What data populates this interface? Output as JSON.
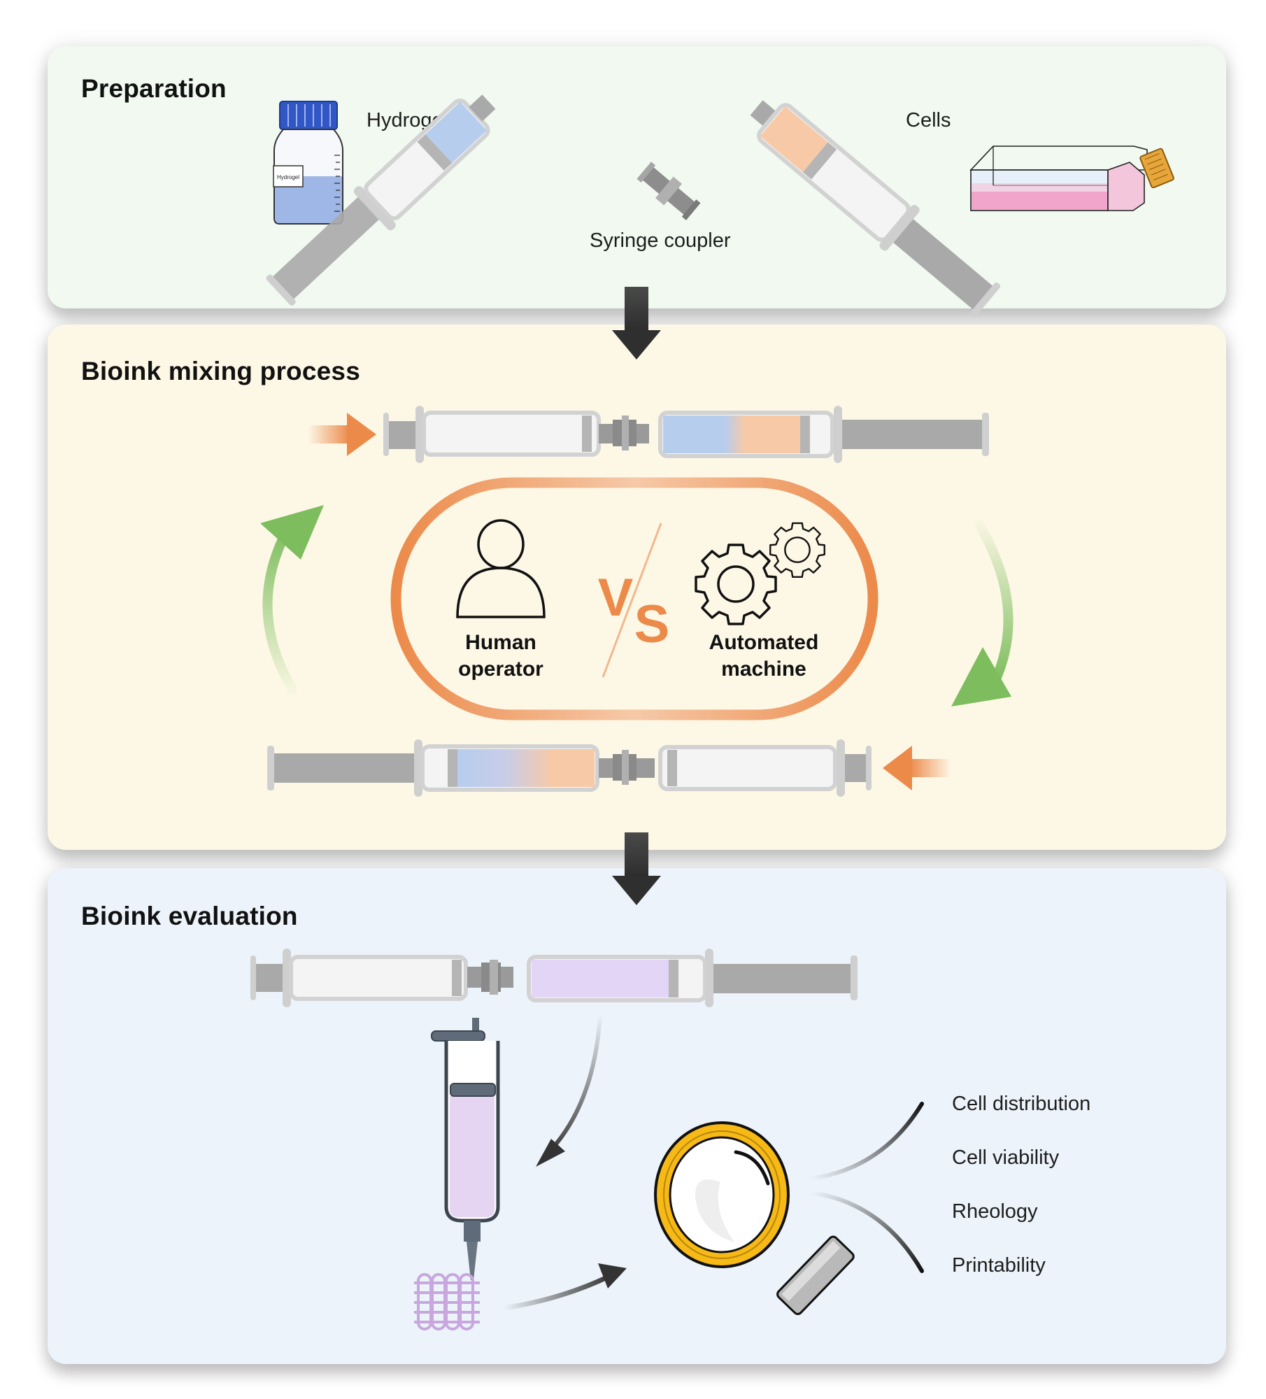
{
  "figure": {
    "panels": [
      {
        "id": "preparation",
        "title": "Preparation",
        "background": "#f1f9f1",
        "items": {
          "hydrogels_label": "Hydrogels",
          "cells_label": "Cells",
          "coupler_label": "Syringe coupler",
          "bottle_label": "Hydrogel"
        }
      },
      {
        "id": "mixing",
        "title": "Bioink mixing process",
        "background": "#fdf8e6",
        "comparison": {
          "left_label_line1": "Human",
          "left_label_line2": "operator",
          "vs_text_v": "V",
          "vs_text_s": "S",
          "right_label_line1": "Automated",
          "right_label_line2": "machine"
        }
      },
      {
        "id": "evaluation",
        "title": "Bioink evaluation",
        "background": "#ecf3fa",
        "criteria": [
          "Cell distribution",
          "Cell viability",
          "Rheology",
          "Printability"
        ]
      }
    ],
    "colors": {
      "accent_orange": "#ec8a4a",
      "cycle_green": "#7dbd5e",
      "hydrogel_blue": "#b7cdee",
      "cells_peach": "#f8c9a6",
      "bioink_lavender": "#e3d5f6",
      "flow_arrow": "#3a3a3a",
      "magnifier_rim": "#f2b824"
    }
  }
}
